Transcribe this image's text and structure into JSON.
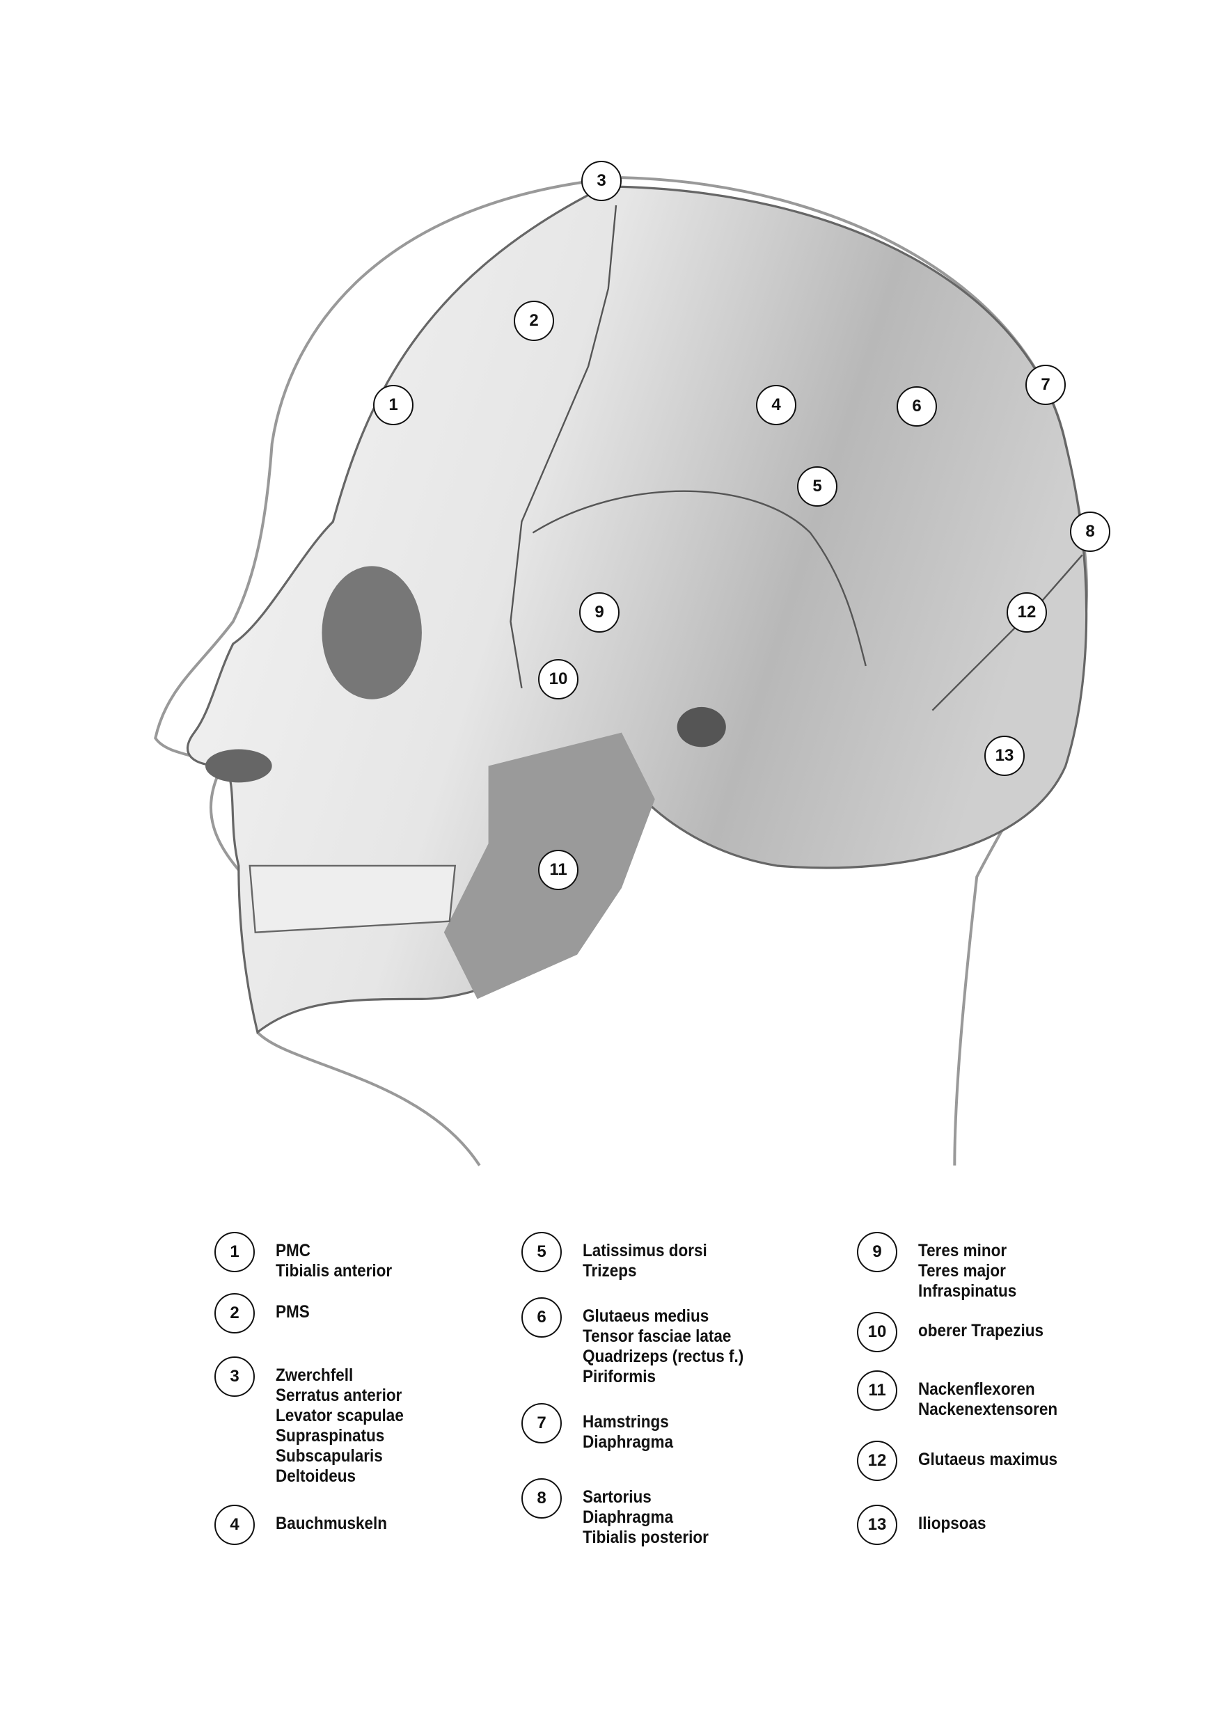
{
  "markers": [
    {
      "n": "1"
    },
    {
      "n": "2"
    },
    {
      "n": "3"
    },
    {
      "n": "4"
    },
    {
      "n": "5"
    },
    {
      "n": "6"
    },
    {
      "n": "7"
    },
    {
      "n": "8"
    },
    {
      "n": "9"
    },
    {
      "n": "10"
    },
    {
      "n": "11"
    },
    {
      "n": "12"
    },
    {
      "n": "13"
    }
  ],
  "legend": [
    {
      "n": "1",
      "lines": [
        "PMC",
        "Tibialis anterior"
      ]
    },
    {
      "n": "2",
      "lines": [
        "PMS"
      ]
    },
    {
      "n": "3",
      "lines": [
        "Zwerchfell",
        "Serratus anterior",
        "Levator scapulae",
        "Supraspinatus",
        "Subscapularis",
        "Deltoideus"
      ]
    },
    {
      "n": "4",
      "lines": [
        "Bauchmuskeln"
      ]
    },
    {
      "n": "5",
      "lines": [
        "Latissimus dorsi",
        "Trizeps"
      ]
    },
    {
      "n": "6",
      "lines": [
        "Glutaeus medius",
        "Tensor fasciae latae",
        "Quadrizeps (rectus f.)",
        "Piriformis"
      ]
    },
    {
      "n": "7",
      "lines": [
        "Hamstrings",
        "Diaphragma"
      ]
    },
    {
      "n": "8",
      "lines": [
        "Sartorius",
        "Diaphragma",
        "Tibialis posterior"
      ]
    },
    {
      "n": "9",
      "lines": [
        "Teres minor",
        "Teres major",
        "Infraspinatus"
      ]
    },
    {
      "n": "10",
      "lines": [
        "oberer Trapezius"
      ]
    },
    {
      "n": "11",
      "lines": [
        "Nackenflexoren",
        "Nackenextensoren"
      ]
    },
    {
      "n": "12",
      "lines": [
        "Glutaeus maximus"
      ]
    },
    {
      "n": "13",
      "lines": [
        "Iliopsoas"
      ]
    }
  ]
}
